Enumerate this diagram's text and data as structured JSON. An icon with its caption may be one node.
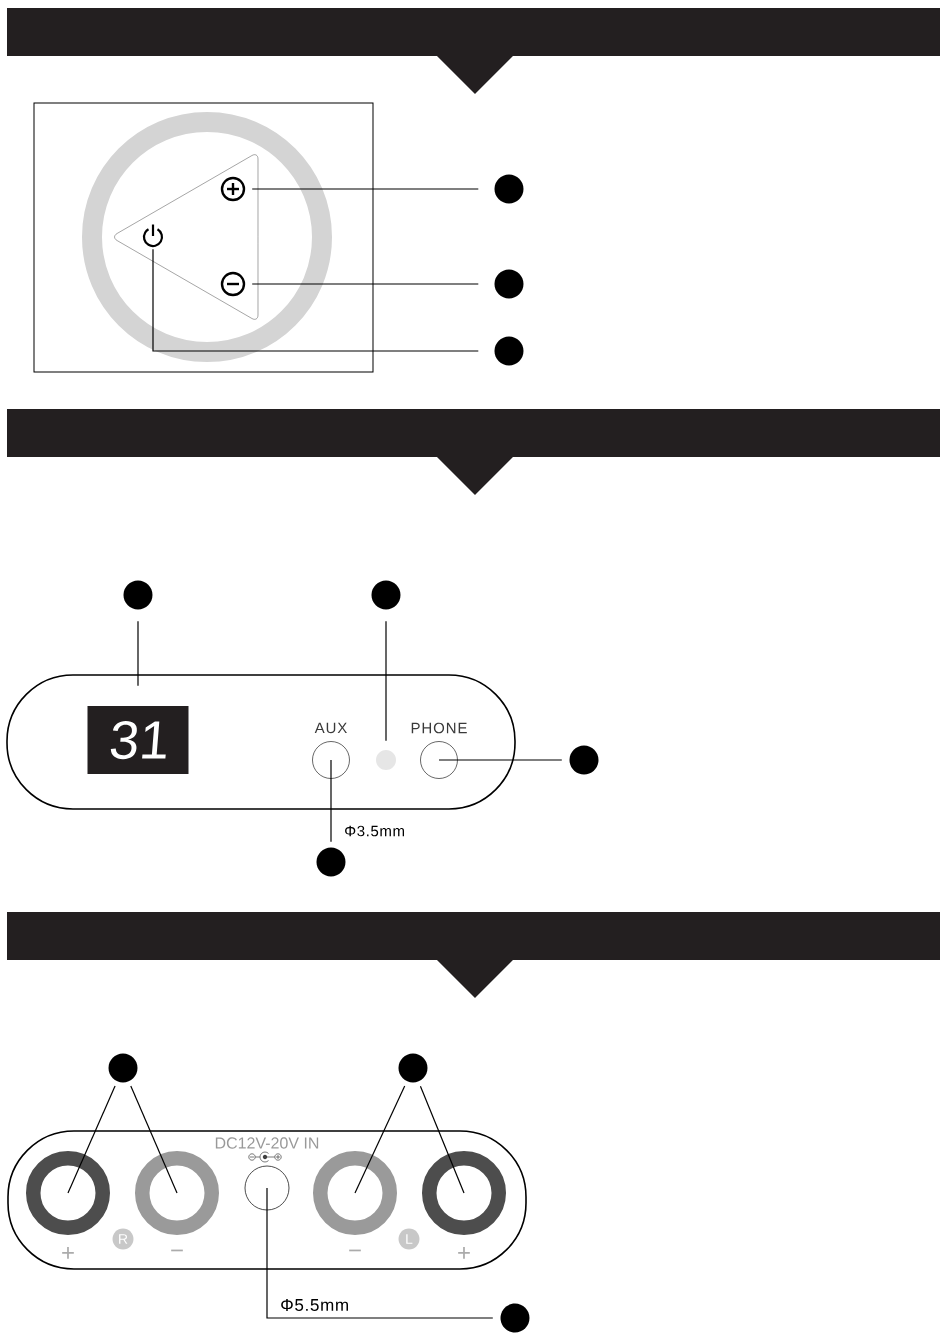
{
  "diagram": {
    "nodes": [
      {
        "text": [],
        "shape": "box"
      },
      {
        "text": [],
        "shape": "circle",
        "in": 0
      },
      {
        "text": [],
        "shape": "circle",
        "in": 0
      },
      {
        "text": [],
        "shape": "picture",
        "in": 0
      },
      {
        "text": [],
        "shape": "circle"
      },
      {
        "text": [],
        "shape": "circle"
      },
      {
        "text": [],
        "shape": "circle"
      },
      {
        "text": [],
        "shape": "circle"
      },
      {
        "text": [],
        "shape": "circle"
      },
      {
        "text": [],
        "shape": "box"
      },
      {
        "text": [
          "31"
        ],
        "in": 9
      },
      {
        "text": [
          "AUX"
        ],
        "in": 9
      },
      {
        "text": [],
        "shape": "circle",
        "in": 9
      },
      {
        "text": [
          "PHONE"
        ],
        "in": 9
      },
      {
        "text": [],
        "shape": "circle"
      },
      {
        "text": [],
        "shape": "circle"
      },
      {
        "text": [],
        "shape": "circle"
      },
      {
        "text": [],
        "shape": "circle"
      },
      {
        "text": [],
        "shape": "box"
      },
      {
        "text": [
          "+"
        ],
        "in": 18
      },
      {
        "text": [
          "R"
        ],
        "in": 18
      },
      {
        "text": [
          "−"
        ],
        "in": 18
      },
      {
        "text": [
          "DC12V-20V IN"
        ],
        "in": 18
      },
      {
        "text": [
          "−"
        ],
        "in": 18
      },
      {
        "text": [
          "L"
        ],
        "in": 18
      },
      {
        "text": [
          "+"
        ],
        "in": 18
      },
      {
        "text": [],
        "shape": "circle"
      }
    ],
    "edges": [
      {
        "from": 4,
        "to": 1,
        "arrow": "none"
      },
      {
        "from": 5,
        "to": 2,
        "arrow": "none"
      },
      {
        "from": 6,
        "to": 3,
        "arrow": "none"
      },
      {
        "from": 7,
        "to": 10,
        "arrow": "none"
      },
      {
        "from": 8,
        "to": 12,
        "arrow": "none"
      },
      {
        "from": 14,
        "to": 13,
        "arrow": "none"
      },
      {
        "from": 15,
        "to": 11,
        "arrow": "none"
      },
      {
        "from": 16,
        "to": 19,
        "arrow": "none"
      },
      {
        "from": 16,
        "to": 21,
        "arrow": "none"
      },
      {
        "from": 17,
        "to": 23,
        "arrow": "none"
      },
      {
        "from": 17,
        "to": 25,
        "arrow": "none"
      },
      {
        "from": 26,
        "to": 22,
        "arrow": "none"
      }
    ],
    "labels": [
      "Φ3.5mm",
      "Φ5.5mm"
    ]
  }
}
